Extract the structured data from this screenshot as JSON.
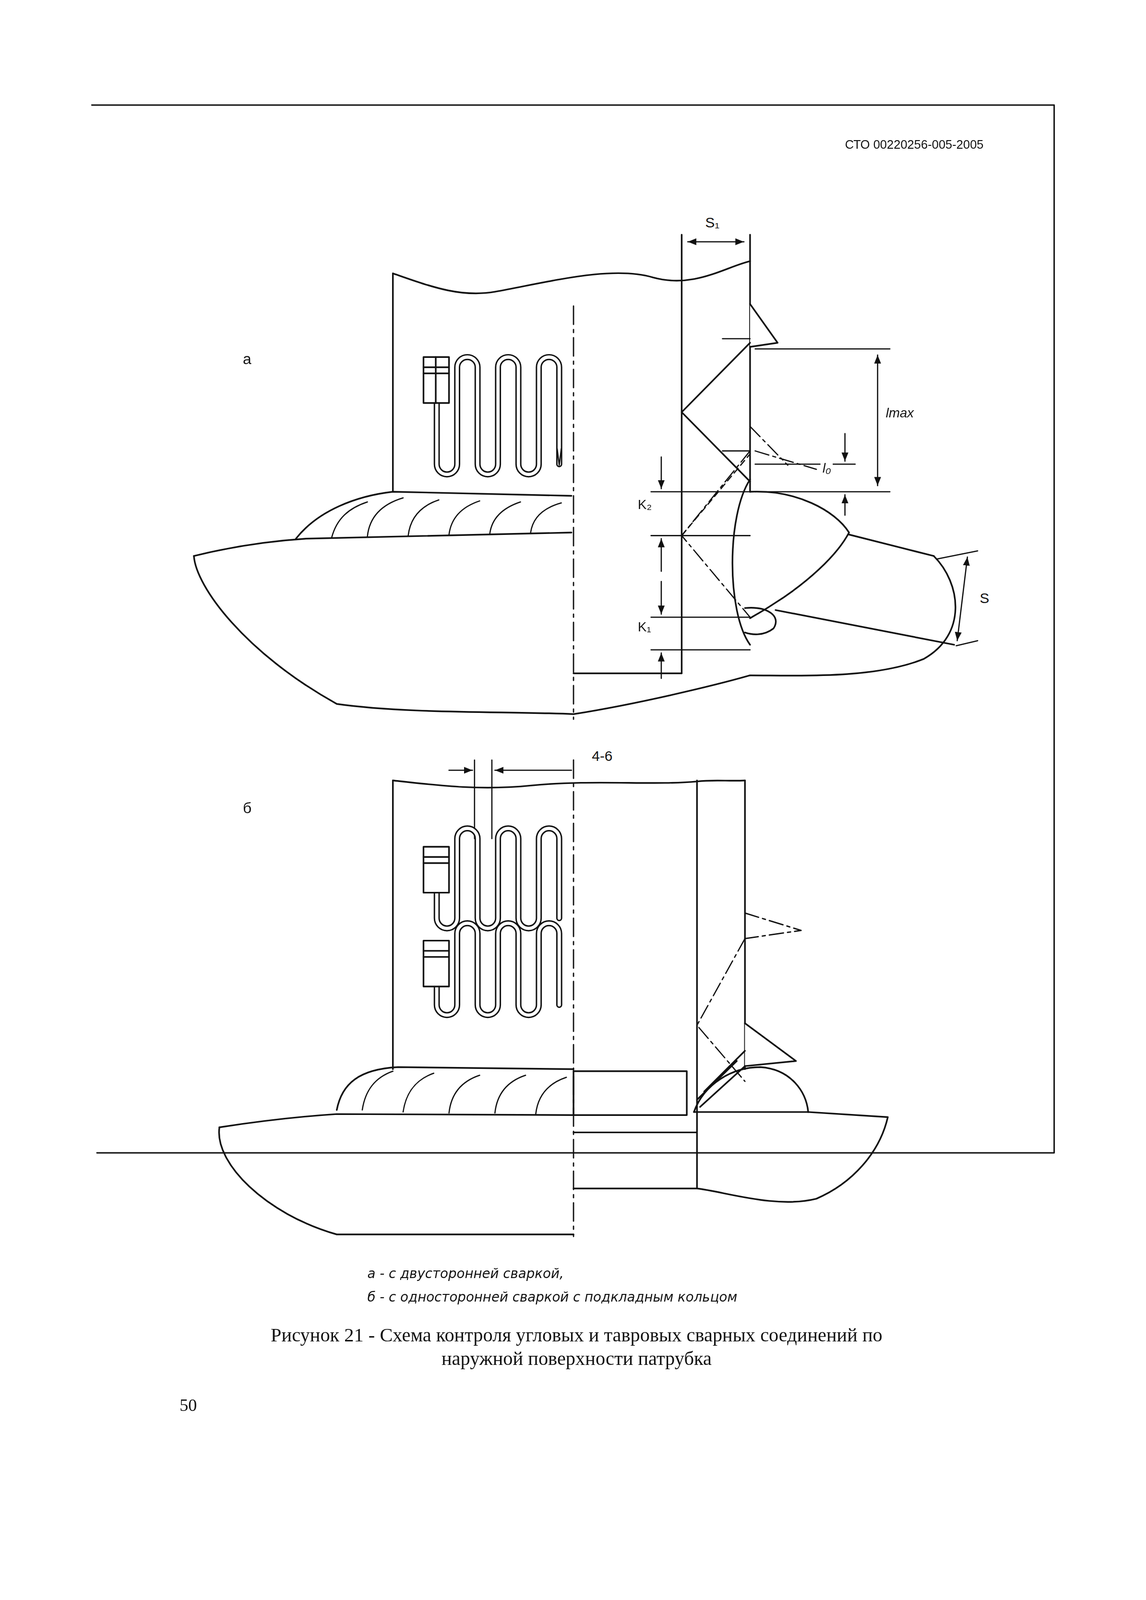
{
  "diagram": {
    "caption": "Рисунок 21 - Схема контроля угловых и тавровых сварных соединений по наружной поверхности патрубка",
    "labels": [
      "СТО 00220256-005-2005",
      "а",
      "S₁",
      "lmax",
      "l₀",
      "K₂",
      "K₁",
      "S",
      "б",
      "4-6",
      "а - с двусторонней сваркой,",
      "б - с односторонней сваркой с подкладным кольцом",
      "50"
    ]
  }
}
